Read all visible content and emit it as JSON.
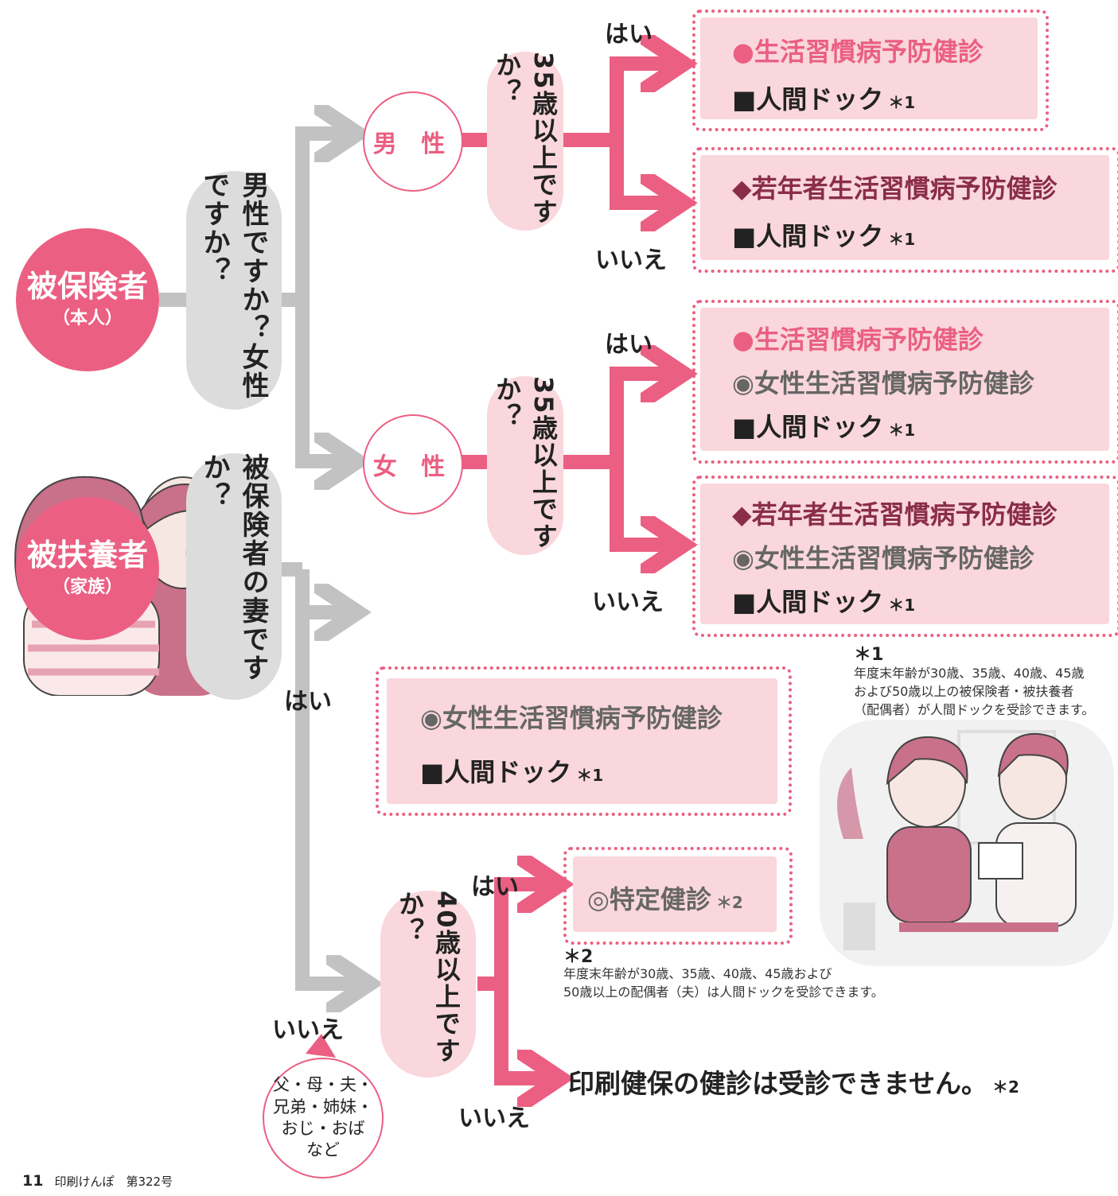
{
  "insured": {
    "title": "被保険者",
    "sub": "（本人）",
    "question": "男性ですか？女性ですか？"
  },
  "male": {
    "label": "男 性",
    "question": "35歳以上ですか？",
    "yes_label": "はい",
    "no_label": "いいえ",
    "yes_items": [
      "●生活習慣病予防健診",
      "■人間ドック"
    ],
    "no_items": [
      "◆若年者生活習慣病予防健診",
      "■人間ドック"
    ]
  },
  "female": {
    "label": "女 性",
    "question": "35歳以上ですか？",
    "yes_label": "はい",
    "no_label": "いいえ",
    "yes_items": [
      "●生活習慣病予防健診",
      "◉女性生活習慣病予防健診",
      "■人間ドック"
    ],
    "no_items": [
      "◆若年者生活習慣病予防健診",
      "◉女性生活習慣病予防健診",
      "■人間ドック"
    ]
  },
  "ref1": "＊1",
  "ref2": "＊2",
  "note1": {
    "mark": "＊1",
    "lines": [
      "年度末年齢が30歳、35歳、40歳、45歳",
      "および50歳以上の被保険者・被扶養者",
      "（配偶者）が人間ドックを受診できます。"
    ]
  },
  "dependent": {
    "title": "被扶養者",
    "sub": "（家族）",
    "question": "被保険者の妻ですか？",
    "yes_label": "はい",
    "no_label": "いいえ",
    "yes_items": [
      "◉女性生活習慣病予防健診",
      "■人間ドック"
    ],
    "age_question": "40歳以上ですか？",
    "age_yes_label": "はい",
    "age_no_label": "いいえ",
    "age_yes_item": "◎特定健診",
    "age_no_text": "印刷健保の健診は受診できません。",
    "bubble_lines": [
      "父・母・夫・",
      "兄弟・姉妹・",
      "おじ・おば",
      "など"
    ]
  },
  "note2": {
    "mark": "＊2",
    "lines": [
      "年度末年齢が30歳、35歳、40歳、45歳および",
      "50歳以上の配偶者（夫）は人間ドックを受診できます。"
    ]
  },
  "footer": {
    "page": "11",
    "text": "印刷けんぽ　第322号"
  },
  "colors": {
    "pink": "#eb5f82",
    "light_pink": "#f9d7dc",
    "gray": "#c2c2c2",
    "wine": "#8a2d4a"
  }
}
